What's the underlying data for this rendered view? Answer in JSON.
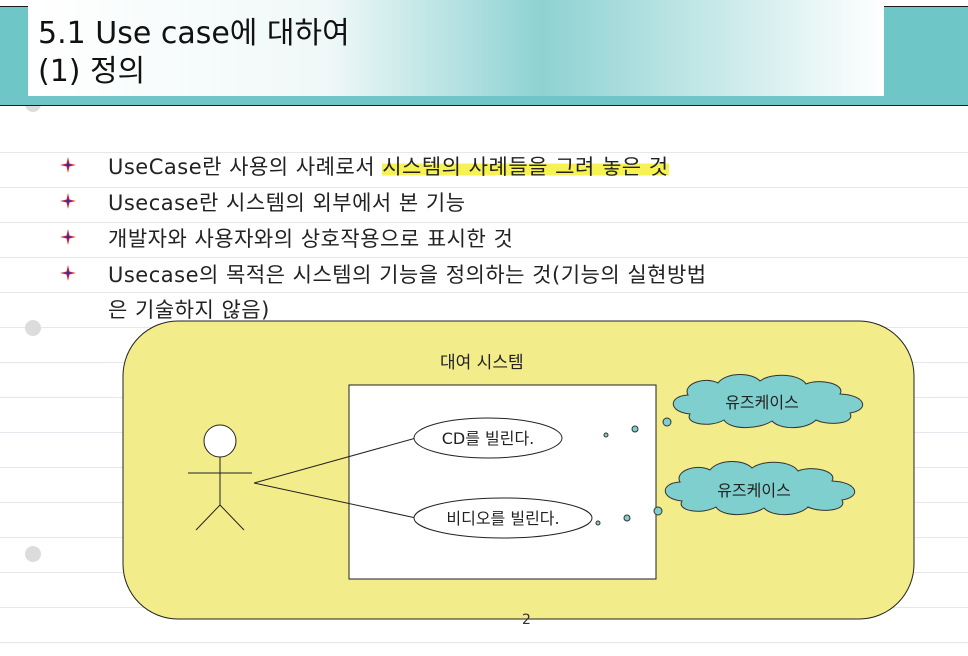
{
  "slide": {
    "title_line1": "5.1 Use case에 대하여",
    "title_line2": "(1) 정의",
    "page_number": "2"
  },
  "bullets": [
    {
      "text": "UseCase란 사용의 사례로서 ",
      "highlight": "시스템의 사례들을 그려 놓은 것"
    },
    {
      "text": "Usecase란 시스템의 외부에서 본 기능",
      "highlight": ""
    },
    {
      "text": "개발자와 사용자와의 상호작용으로 표시한 것",
      "highlight": ""
    },
    {
      "text": "Usecase의 목적은 시스템의 기능을 정의하는 것(기능의 실현방법",
      "continuation": "은 기술하지 않음)"
    }
  ],
  "diagram": {
    "system_label": "대여 시스템",
    "usecase1": "CD를 빌린다.",
    "usecase2": "비디오를 빌린다.",
    "callout1": "유즈케이스",
    "callout2": "유즈케이스"
  },
  "colors": {
    "header_band": "#6fc6c6",
    "highlight": "#f6f253",
    "diagram_bg": "#f3ec8a",
    "callout": "#7fcfcf"
  }
}
